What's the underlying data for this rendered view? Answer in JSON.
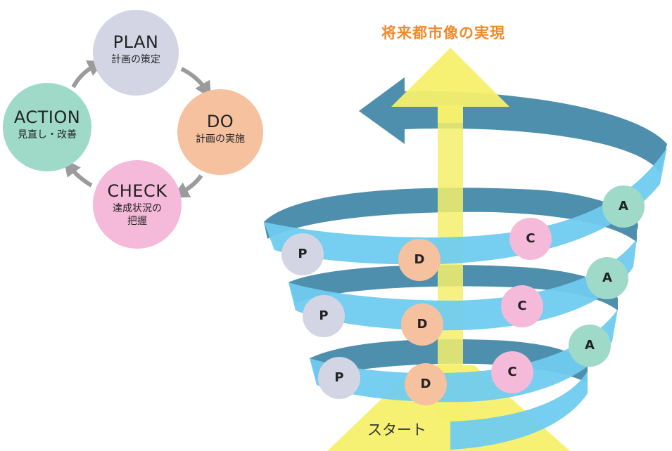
{
  "cycle": {
    "plan": {
      "title": "PLAN",
      "subtitle": "計画の策定"
    },
    "do": {
      "title": "DO",
      "subtitle": "計画の実施"
    },
    "check": {
      "title": "CHECK",
      "subtitle": "達成状況の",
      "subtitle2": "把握"
    },
    "action": {
      "title": "ACTION",
      "subtitle": "見直し・改善"
    }
  },
  "spiral": {
    "goal": "将来都市像の実現",
    "start": "スタート",
    "badges": {
      "p": "P",
      "d": "D",
      "c": "C",
      "a": "A"
    }
  },
  "colors": {
    "plan": "#d3d5e5",
    "do": "#f5c19f",
    "check": "#f5b9da",
    "action": "#9fdac9",
    "ribbon_front": "#6fcbef",
    "ribbon_back": "#4f8fae",
    "arrow_yellow": "#f5f06c",
    "arrow_gray": "#9b9b9b",
    "goal_text": "#f08a2a"
  }
}
